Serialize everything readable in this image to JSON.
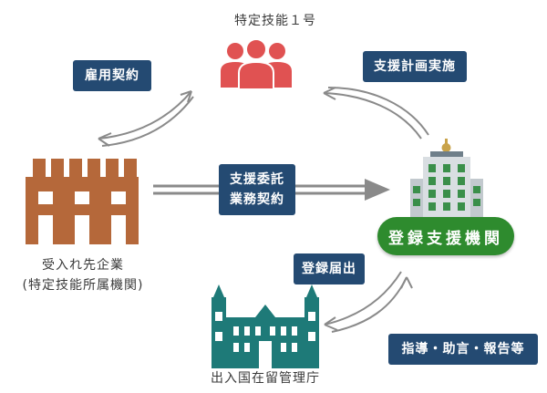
{
  "nodes": {
    "worker": {
      "label": "特定技能１号",
      "icon": "people-icon",
      "color": "#e05252"
    },
    "employer": {
      "label_line1": "受入れ先企業",
      "label_line2": "(特定技能所属機関)",
      "icon": "brick-building-icon",
      "color": "#b5683a"
    },
    "support_org": {
      "label": "登録支援機関",
      "icon": "office-building-icon",
      "color": "#2e8b2e"
    },
    "immigration": {
      "label": "出入国在留管理庁",
      "icon": "government-building-icon",
      "color": "#1e7a78"
    }
  },
  "relations": {
    "employment_contract": "雇用契約",
    "support_plan": "支援計画実施",
    "outsourcing_contract_line1": "支援委託",
    "outsourcing_contract_line2": "業務契約",
    "registration_filing": "登録届出",
    "guidance": "指導・助言・報告等"
  },
  "colors": {
    "navy": "#244a72",
    "arrow_gray": "#888888"
  }
}
